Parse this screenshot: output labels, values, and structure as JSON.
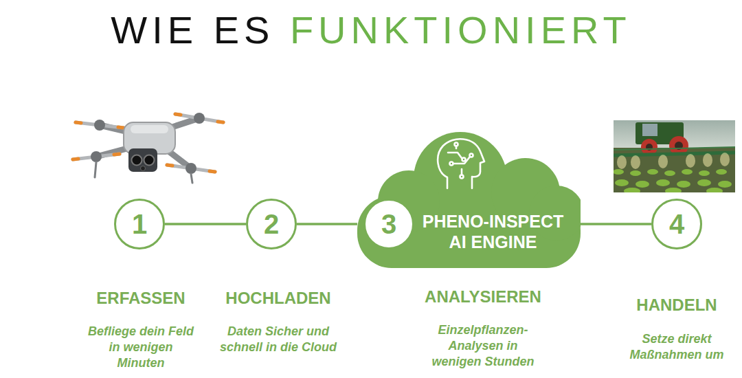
{
  "diagram": {
    "title": "WIE ES FUNKTIONIERT",
    "nodes": [
      {
        "text": [
          "1",
          "ERFASSEN",
          "Befliege dein Feld in wenigen Minuten"
        ]
      },
      {
        "text": [
          "2",
          "HOCHLADEN",
          "Daten Sicher und schnell in die Cloud"
        ]
      },
      {
        "text": [
          "PHENO-INSPECT AI ENGINE",
          "ANALYSIEREN",
          "Einzelpflanzen- Analysen in wenigen Stunden"
        ]
      },
      {
        "text": [
          "3"
        ],
        "in": 2
      },
      {
        "text": [
          "4",
          "HANDELN",
          "Setze direkt Maßnahmen um"
        ]
      }
    ],
    "edges": [
      {
        "from": 0,
        "to": 1,
        "arrow": "none"
      },
      {
        "from": 1,
        "to": 2,
        "arrow": "none"
      },
      {
        "from": 2,
        "to": 4,
        "arrow": "none"
      }
    ]
  }
}
